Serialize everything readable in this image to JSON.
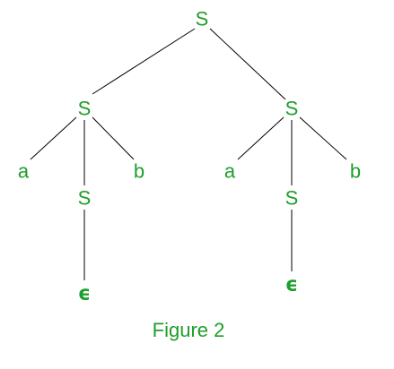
{
  "diagram": {
    "type": "parse-tree",
    "caption": "Figure 2",
    "colors": {
      "label": "#1e9e2a",
      "edge": "#000000",
      "background": "#ffffff"
    },
    "nodes": [
      {
        "id": "root",
        "label": "S"
      },
      {
        "id": "left-s",
        "label": "S"
      },
      {
        "id": "right-s",
        "label": "S"
      },
      {
        "id": "left-a",
        "label": "a"
      },
      {
        "id": "left-mid-s",
        "label": "S"
      },
      {
        "id": "left-b",
        "label": "b"
      },
      {
        "id": "right-a",
        "label": "a"
      },
      {
        "id": "right-mid-s",
        "label": "S"
      },
      {
        "id": "right-b",
        "label": "b"
      },
      {
        "id": "left-epsilon",
        "label": "ϵ"
      },
      {
        "id": "right-epsilon",
        "label": "ϵ"
      }
    ],
    "edges": [
      {
        "from": "root",
        "to": "left-s"
      },
      {
        "from": "root",
        "to": "right-s"
      },
      {
        "from": "left-s",
        "to": "left-a"
      },
      {
        "from": "left-s",
        "to": "left-mid-s"
      },
      {
        "from": "left-s",
        "to": "left-b"
      },
      {
        "from": "right-s",
        "to": "right-a"
      },
      {
        "from": "right-s",
        "to": "right-mid-s"
      },
      {
        "from": "right-s",
        "to": "right-b"
      },
      {
        "from": "left-mid-s",
        "to": "left-epsilon"
      },
      {
        "from": "right-mid-s",
        "to": "right-epsilon"
      }
    ]
  }
}
